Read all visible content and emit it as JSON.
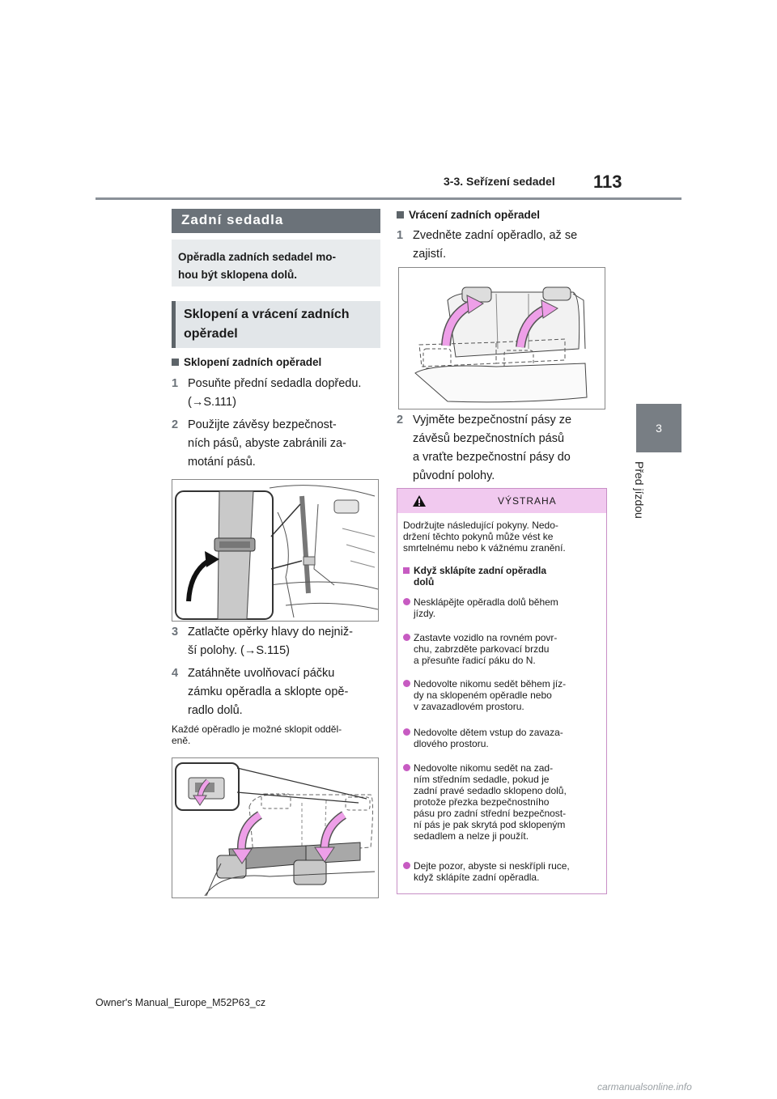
{
  "header": {
    "section": "3-3. Seřízení sedadel",
    "page_number": "113"
  },
  "side_tab": {
    "chapter": "3",
    "label": "Před jízdou"
  },
  "left": {
    "section_title": "Zadní sedadla",
    "intro": [
      "Opěradla zadních sedadel mo-",
      "hou být sklopena dolů."
    ],
    "subsection_title": [
      "Sklopení a vrácení zadních",
      "opěradel"
    ],
    "fold_heading": "Sklopení zadních opěradel",
    "steps_a": [
      {
        "num": "1",
        "lines": [
          "Posuňte přední sedadla dopředu.",
          "(→S.111)"
        ]
      },
      {
        "num": "2",
        "lines": [
          "Použijte závěsy bezpečnost-",
          "ních pásů, abyste zabránili za-",
          "motání pásů."
        ]
      }
    ],
    "steps_b": [
      {
        "num": "3",
        "lines": [
          "Zatlačte opěrky hlavy do nejniž-",
          "ší polohy. (→S.115)"
        ]
      },
      {
        "num": "4",
        "lines": [
          "Zatáhněte uvolňovací páčku",
          "zámku opěradla a sklopte opě-",
          "radlo dolů."
        ]
      }
    ],
    "note": [
      "Každé opěradlo je možné sklopit odděl-",
      "eně."
    ]
  },
  "right": {
    "return_heading": "Vrácení zadních opěradel",
    "step1": {
      "num": "1",
      "lines": [
        "Zvedněte zadní opěradlo, až se",
        "zajistí."
      ]
    },
    "step2": {
      "num": "2",
      "lines": [
        "Vyjměte bezpečnostní pásy ze",
        "závěsů bezpečnostních pásů",
        "a vraťte bezpečnostní pásy do",
        "původní polohy."
      ]
    }
  },
  "warning": {
    "title": "VÝSTRAHA",
    "intro": [
      "Dodržujte následující pokyny. Nedo-",
      "držení těchto pokynů může vést ke",
      "smrtelnému nebo k vážnému zranění."
    ],
    "sub_heading": [
      "Když sklápíte zadní opěradla",
      "dolů"
    ],
    "bullets": [
      [
        "Nesklápějte opěradla dolů během",
        "jízdy."
      ],
      [
        "Zastavte vozidlo na rovném povr-",
        "chu, zabrzděte parkovací brzdu",
        "a přesuňte řadicí páku do N."
      ],
      [
        "Nedovolte nikomu sedět během jíz-",
        "dy na sklopeném opěradle nebo",
        "v zavazadlovém prostoru."
      ],
      [
        "Nedovolte dětem vstup do zavaza-",
        "dlového prostoru."
      ],
      [
        "Nedovolte nikomu sedět na zad-",
        "ním středním sedadle, pokud je",
        "zadní pravé sedadlo sklopeno dolů,",
        "protože přezka bezpečnostního",
        "pásu pro zadní střední bezpečnost-",
        "ní pás je pak skrytá pod sklopeným",
        "sedadlem a nelze ji použít."
      ],
      [
        "Dejte pozor, abyste si neskřípli ruce,",
        "když sklápíte zadní opěradla."
      ]
    ]
  },
  "footer": {
    "text": "Owner's Manual_Europe_M52P63_cz",
    "watermark": "carmanualsonline.info"
  },
  "colors": {
    "section_title_bg": "#6b7279",
    "side_tab_bg": "#787e84",
    "warning_header_bg": "#f1c9ef",
    "warning_bullet": "#c75bc2",
    "arrow_fill": "#ee9fe8"
  }
}
